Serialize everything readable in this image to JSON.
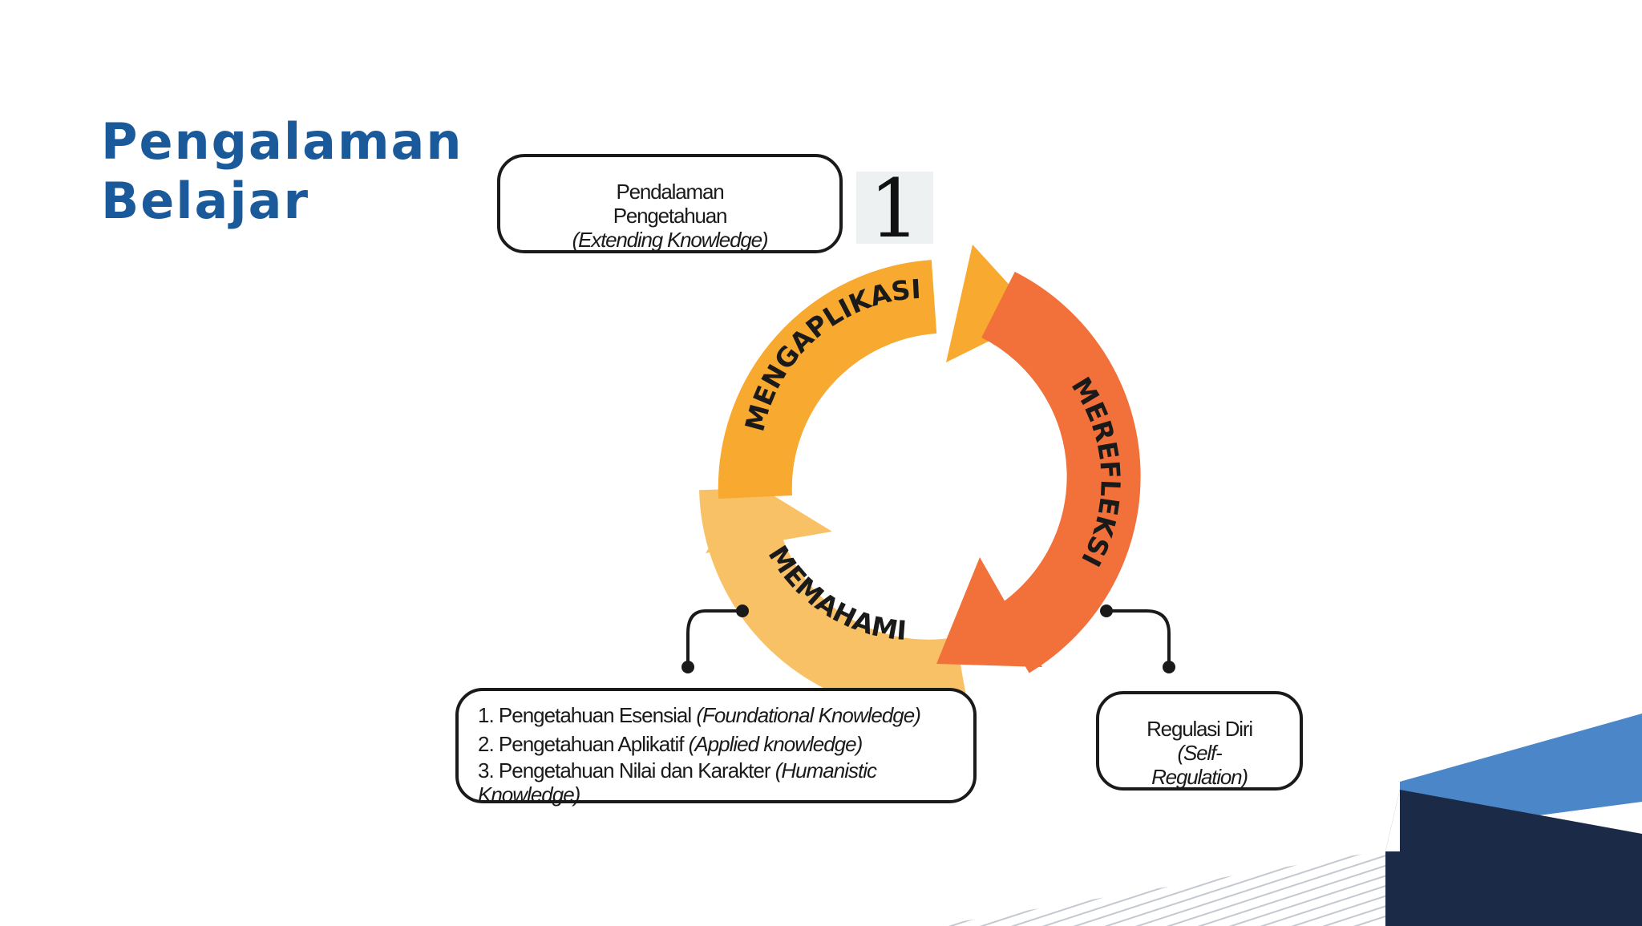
{
  "title": {
    "line1": "Pengalaman",
    "line2": "Belajar"
  },
  "step_number": "1",
  "cycle": {
    "stage_top": "MENGAPLIKASI",
    "stage_right": "MEREFLEKSI",
    "stage_bottom": "MEMAHAMI"
  },
  "box_top": {
    "line1": "Pendalaman",
    "line2": "Pengetahuan",
    "line3": "(Extending Knowledge)"
  },
  "box_left": {
    "items": [
      {
        "text": "1. Pengetahuan Esensial ",
        "italic": "(Foundational Knowledge)"
      },
      {
        "text": "2. Pengetahuan Aplikatif ",
        "italic": "(Applied knowledge)"
      },
      {
        "text": "3. Pengetahuan Nilai dan Karakter ",
        "italic": "(Humanistic Knowledge)"
      }
    ]
  },
  "box_right": {
    "line1": "Regulasi Diri",
    "line2": "(Self-",
    "line3": "Regulation)"
  },
  "colors": {
    "title": "#1b5a9a",
    "arc_top": "#f7a930",
    "arc_right": "#f2713b",
    "arc_bottom": "#f9c166",
    "navy": "#1b2a46",
    "light_blue": "#4a86c8"
  }
}
